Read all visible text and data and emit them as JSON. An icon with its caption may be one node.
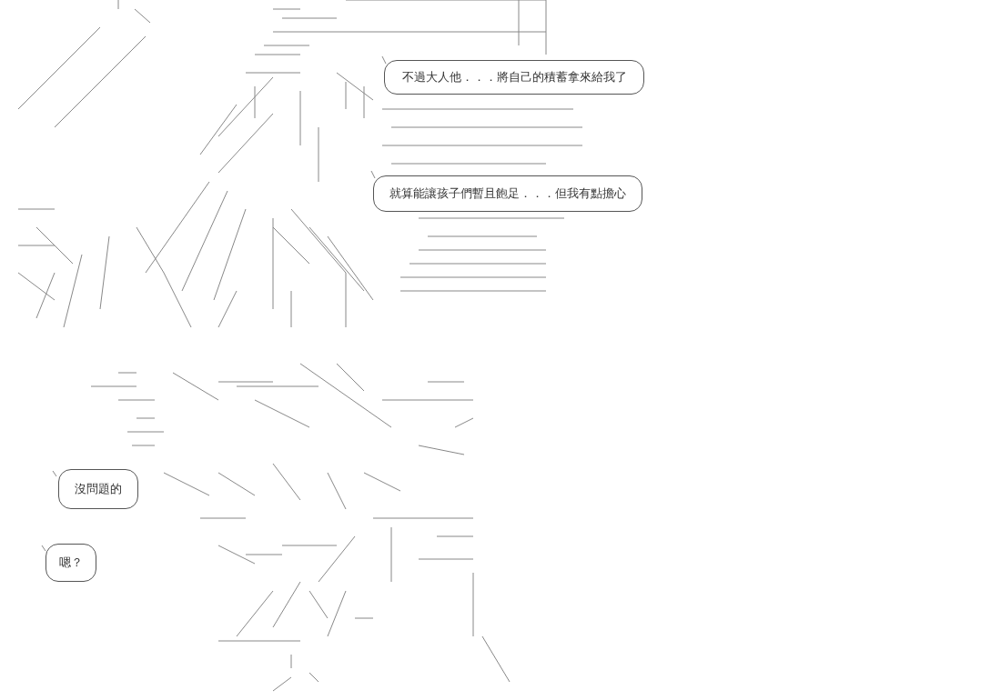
{
  "diagram": {
    "nodes": [
      {
        "text": [
          "不過大人他．．．將自己的積蓄拿來給我了"
        ]
      },
      {
        "text": [
          "就算能讓孩子們暫且飽足．．．但我有點擔心"
        ]
      },
      {
        "text": [
          "沒問題的"
        ]
      },
      {
        "text": [
          "嗯？"
        ]
      }
    ]
  }
}
